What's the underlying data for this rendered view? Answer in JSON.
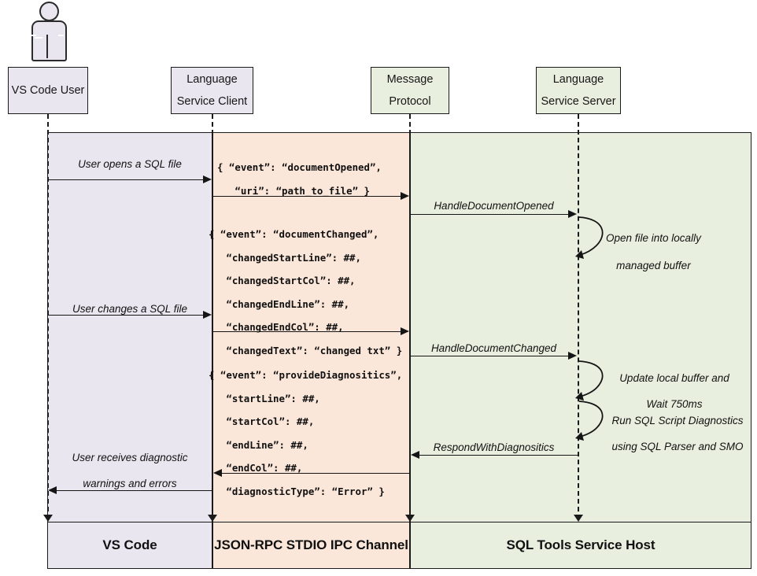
{
  "diagram": {
    "title": "SQL Tools Service language service sequence diagram",
    "colors": {
      "vscode_band": "#e9e6ef",
      "ipc_band": "#fbe7da",
      "host_band": "#e9efdf",
      "stroke": "#1a1a1a"
    }
  },
  "actor": {
    "icon": "person-icon"
  },
  "participants": [
    {
      "id": "vscode-user",
      "line1": "VS Code User",
      "line2": ""
    },
    {
      "id": "lang-client",
      "line1": "Language",
      "line2": "Service Client"
    },
    {
      "id": "msg-protocol",
      "line1": "Message",
      "line2": "Protocol"
    },
    {
      "id": "lang-server",
      "line1": "Language",
      "line2": "Service Server"
    }
  ],
  "messages": {
    "user_opens": "User opens a SQL file",
    "user_changes": "User changes a SQL file",
    "user_receives_l1": "User receives diagnostic",
    "user_receives_l2": "warnings and errors",
    "handle_document_opened": "HandleDocumentOpened",
    "handle_document_changed": "HandleDocumentChanged",
    "respond_with_diagnostics": "RespondWithDiagnositics"
  },
  "json_payloads": {
    "document_opened": "{ “event”: “documentOpened”,\n   “uri”: “path_to_file” }",
    "document_changed": "{ “event”: “documentChanged”,\n   “changedStartLine”: ##,\n   “changedStartCol”: ##,\n   “changedEndLine”: ##,\n   “changedEndCol”: ##,\n   “changedText”: “changed txt” }",
    "provide_diagnostics": "{ “event”: “provideDiagnositics”,\n   “startLine”: ##,\n   “startCol”: ##,\n   “endLine”: ##,\n   “endCol”: ##,\n   “diagnosticType”: “Error” }"
  },
  "self_notes": {
    "open_file_l1": "Open file into locally",
    "open_file_l2": "managed buffer",
    "update_buffer_l1": "Update local buffer and",
    "update_buffer_l2": "Wait 750ms",
    "run_diagnostics_l1": "Run SQL Script Diagnostics",
    "run_diagnostics_l2": "using SQL Parser and SMO"
  },
  "footer": [
    {
      "id": "vs-code",
      "label": "VS Code"
    },
    {
      "id": "ipc",
      "label": "JSON-RPC STDIO IPC Channel"
    },
    {
      "id": "host",
      "label": "SQL Tools Service Host"
    }
  ]
}
